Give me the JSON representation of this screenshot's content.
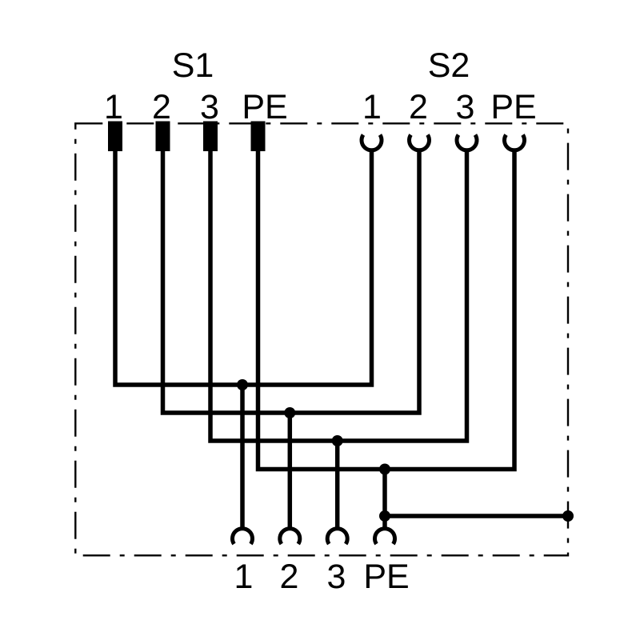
{
  "colors": {
    "background": "#ffffff",
    "line": "#000000"
  },
  "connector_s1": {
    "label": "S1",
    "contact_type": "male-pin",
    "pin_labels": [
      "1",
      "2",
      "3",
      "PE"
    ]
  },
  "connector_s2": {
    "label": "S2",
    "contact_type": "female-socket",
    "pin_labels": [
      "1",
      "2",
      "3",
      "PE"
    ]
  },
  "connector_bottom": {
    "contact_type": "female-socket",
    "pin_labels": [
      "1",
      "2",
      "3",
      "PE"
    ]
  },
  "connections": [
    {
      "wire": "1",
      "joins": [
        "S1.1",
        "S2.1",
        "bottom.1"
      ]
    },
    {
      "wire": "2",
      "joins": [
        "S1.2",
        "S2.2",
        "bottom.2"
      ]
    },
    {
      "wire": "3",
      "joins": [
        "S1.3",
        "S2.3",
        "bottom.3"
      ]
    },
    {
      "wire": "PE",
      "joins": [
        "S1.PE",
        "S2.PE",
        "bottom.PE",
        "enclosure-right-edge"
      ]
    }
  ]
}
